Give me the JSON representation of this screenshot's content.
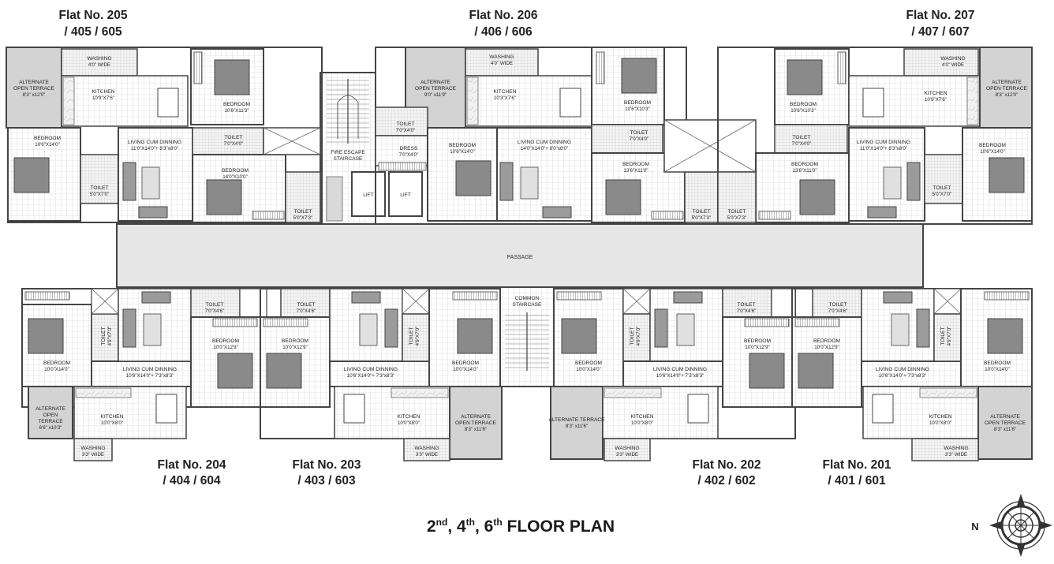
{
  "headings": {
    "flat205": [
      "Flat No. 205",
      "/ 405 / 605"
    ],
    "flat206": [
      "Flat No. 206",
      "/ 406 / 606"
    ],
    "flat207": [
      "Flat No. 207",
      "/ 407 / 607"
    ],
    "flat204": [
      "Flat No. 204",
      "/ 404 / 604"
    ],
    "flat203": [
      "Flat No. 203",
      "/ 403 / 603"
    ],
    "flat202": [
      "Flat No. 202",
      "/ 402 / 602"
    ],
    "flat201": [
      "Flat No. 201",
      "/ 401 / 601"
    ]
  },
  "floor_title": {
    "n1": "2",
    "s1": "nd",
    "n2": "4",
    "s2": "th",
    "n3": "6",
    "s3": "th",
    "rest": "FLOOR PLAN"
  },
  "compass_label": "N",
  "common": {
    "passage": "PASSAGE",
    "lift": "LIFT",
    "fire_escape": [
      "FIRE ESCAPE",
      "STAIRCASE"
    ],
    "common_staircase": [
      "COMMON",
      "STAIRCASE"
    ]
  },
  "rooms": {
    "f205": {
      "terrace": [
        "ALTERNATE",
        "OPEN TERRACE",
        "8'3\" x12'0\""
      ],
      "washing": [
        "WASHING",
        "4'0\" WIDE"
      ],
      "kitchen": [
        "KITCHEN",
        "10'9\"X7'6\""
      ],
      "bedroom_a": [
        "BEDROOM",
        "10'6\"X11'3\""
      ],
      "bedroom_b": [
        "BEDROOM",
        "10'6\"X14'0\""
      ],
      "living": [
        "LIVING CUM DINNING",
        "11'0\"X14'0\"+ 8'3\"x8'0\""
      ],
      "toilet_a": [
        "TOILET",
        "7'0\"X4'0\""
      ],
      "toilet_b": [
        "TOILET",
        "5'0\"X7'0\""
      ],
      "bedroom_c": [
        "BEDROOM",
        "14'0\"X10'0\""
      ],
      "toilet_c": [
        "TOILET",
        "5'0\"X7'3\""
      ]
    },
    "f206": {
      "terrace": [
        "ALTERNATE",
        "OPEN TERRACE",
        "9'0\" x11'9\""
      ],
      "washing": [
        "WASHING",
        "4'0\" WIDE"
      ],
      "kitchen": [
        "KITCHEN",
        "10'3\"X7'6\""
      ],
      "toilet_dress": [
        "TOILET",
        "7'0\"X4'0\""
      ],
      "dress": [
        "DRESS",
        "7'0\"X4'0\""
      ],
      "bedroom_a": [
        "BEDROOM",
        "10'6\"X14'0\""
      ],
      "living": [
        "LIVING CUM DINNING",
        "14'0\"X14'0\"+ 8'0\"x8'0\""
      ],
      "bedroom_b": [
        "BEDROOM",
        "10'6\"X10'3\""
      ],
      "toilet_a": [
        "TOILET",
        "7'0\"X4'0\""
      ],
      "bedroom_c": [
        "BEDROOM",
        "13'6\"X11'0\""
      ],
      "toilet_b": [
        "TOILET",
        "5'0\"X7'3\""
      ]
    },
    "f207": {
      "bedroom_a": [
        "BEDROOM",
        "10'6\"X10'3\""
      ],
      "toilet_a": [
        "TOILET",
        "7'0\"X4'0\""
      ],
      "bedroom_c": [
        "BEDROOM",
        "13'6\"X11'0\""
      ],
      "toilet_c": [
        "TOILET",
        "5'0\"X7'3\""
      ],
      "washing": [
        "WASHING",
        "4'0\" WIDE"
      ],
      "kitchen": [
        "KITCHEN",
        "10'9\"X7'6\""
      ],
      "terrace": [
        "ALTERNATE",
        "OPEN TERRACE",
        "8'3\" x12'0\""
      ],
      "living": [
        "LIVING CUM DINNING",
        "11'0\"X14'0\"+ 8'3\"x8'0\""
      ],
      "bedroom_b": [
        "BEDROOM",
        "10'6\"X14'0\""
      ],
      "toilet_b": [
        "TOILET",
        "5'0\"X7'0\""
      ]
    },
    "f204": {
      "bedroom_a": [
        "BEDROOM",
        "10'0\"X14'0\""
      ],
      "toilet_v": [
        "TOILET",
        "4'9\"X7'0\""
      ],
      "living": [
        "LIVING CUM DINNING",
        "10'6\"X14'0\"+ 7'3\"x8'3\""
      ],
      "toilet_a": [
        "TOILET",
        "7'0\"X4'6\""
      ],
      "bedroom_b": [
        "BEDROOM",
        "10'0\"X12'9\""
      ],
      "terrace": [
        "ALTERNATE",
        "OPEN",
        "TERRACE",
        "6'6\" x10'3\""
      ],
      "kitchen": [
        "KITCHEN",
        "10'0\"X8'0\""
      ],
      "washing": [
        "WASHING",
        "3'3\" WIDE"
      ]
    },
    "f203": {
      "toilet_a": [
        "TOILET",
        "7'0\"X4'6\""
      ],
      "bedroom_b": [
        "BEDROOM",
        "10'0\"X12'9\""
      ],
      "toilet_v": [
        "TOILET",
        "4'9\"X7'0\""
      ],
      "bedroom_a": [
        "BEDROOM",
        "10'0\"X14'0\""
      ],
      "living": [
        "LIVING CUM DINNING",
        "10'6\"X14'0\"+ 7'3\"x8'3\""
      ],
      "kitchen": [
        "KITCHEN",
        "10'0\"X8'0\""
      ],
      "terrace": [
        "ALTERNATE",
        "OPEN TERRACE",
        "8'3\" x11'6\""
      ],
      "washing": [
        "WASHING",
        "3'3\" WIDE"
      ]
    },
    "f202": {
      "terrace": [
        "ALTERNATE TERRACE",
        "8'3\" x11'6\""
      ],
      "bedroom_a": [
        "BEDROOM",
        "10'0\"X14'0\""
      ],
      "toilet_v": [
        "TOILET",
        "4'9\"X7'0\""
      ],
      "living": [
        "LIVING CUM DINNING",
        "10'6\"X14'0\"+ 7'3\"x8'3\""
      ],
      "kitchen": [
        "KITCHEN",
        "10'0\"X8'0\""
      ],
      "washing": [
        "WASHING",
        "3'3\" WIDE"
      ],
      "toilet_a": [
        "TOILET",
        "7'0\"X4'6\""
      ],
      "bedroom_b": [
        "BEDROOM",
        "10'0\"X12'9\""
      ]
    },
    "f201": {
      "toilet_a": [
        "TOILET",
        "7'0\"X4'6\""
      ],
      "bedroom_b": [
        "BEDROOM",
        "10'0\"X12'9\""
      ],
      "living": [
        "LIVING CUM DINNING",
        "10'6\"X14'0\"+ 7'3\"x8'3\""
      ],
      "toilet_v": [
        "TOILET",
        "4'9\"X7'0\""
      ],
      "bedroom_a": [
        "BEDROOM",
        "10'0\"X14'0\""
      ],
      "kitchen": [
        "KITCHEN",
        "10'0\"X8'0\""
      ],
      "terrace": [
        "ALTERNATE",
        "OPEN TERRACE",
        "8'3\" x11'6\""
      ],
      "washing": [
        "WASHING",
        "3'3\" WIDE"
      ]
    }
  }
}
